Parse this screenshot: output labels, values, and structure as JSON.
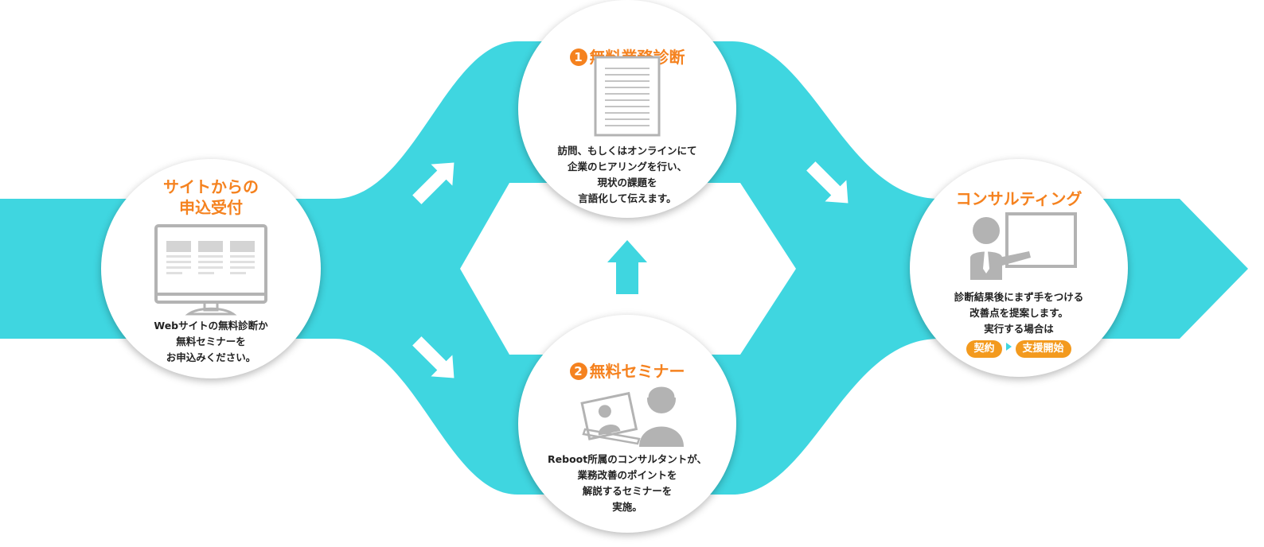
{
  "colors": {
    "flow": "#3fd6e0",
    "accent": "#f5821f",
    "icon_gray": "#b3b3b3"
  },
  "steps": {
    "apply": {
      "title": "サイトからの\n申込受付",
      "icon": "monitor-icon",
      "description": "Webサイトの無料診断か\n無料セミナーを\nお申込みください。"
    },
    "diagnosis": {
      "number": "1",
      "title": "無料業務診断",
      "icon": "document-icon",
      "description": "訪問、もしくはオンラインにて\n企業のヒアリングを行い、\n現状の課題を\n言語化して伝えます。"
    },
    "seminar": {
      "number": "2",
      "title": "無料セミナー",
      "icon": "online-seminar-icon",
      "description": "Reboot所属のコンサルタントが、\n業務改善のポイントを\n解説するセミナーを\n実施。"
    },
    "consulting": {
      "title": "コンサルティング",
      "icon": "presenter-icon",
      "description": "診断結果後にまず手をつける\n改善点を提案します。\n実行する場合は",
      "badges": [
        "契約",
        "支援開始"
      ]
    }
  }
}
